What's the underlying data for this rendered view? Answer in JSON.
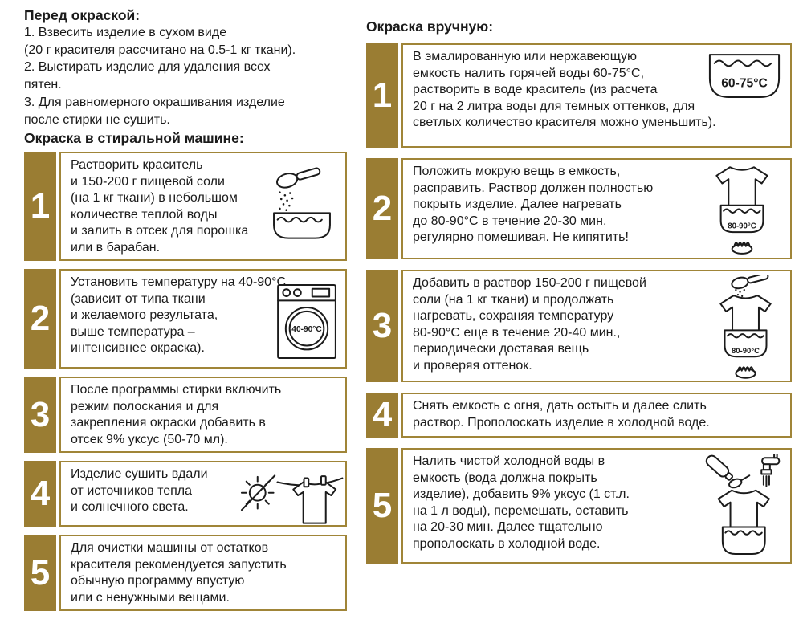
{
  "colors": {
    "gold": "#9A7D33",
    "gold_border": "#A08538",
    "text": "#1B1B1B",
    "background": "#FFFFFF"
  },
  "left": {
    "intro_title": "Перед окраской:",
    "intro_text": "1. Взвесить изделие в сухом виде\n(20 г красителя рассчитано на 0.5-1 кг ткани).\n2. Выстирать изделие для удаления всех\nпятен.\n3. Для равномерного окрашивания изделие\nпосле стирки не сушить.",
    "section_title": "Окраска в стиральной машине:",
    "steps": [
      {
        "num": "1",
        "icon": "spoon-over-pot",
        "text": "Растворить краситель\nи 150-200 г пищевой соли\n(на 1 кг ткани) в небольшом\nколичестве теплой воды\nи залить в отсек для порошка\nили в барабан."
      },
      {
        "num": "2",
        "icon": "washing-machine",
        "icon_label": "40-90°C",
        "text": "Установить температуру на 40-90°C\n(зависит от типа ткани\nи желаемого результата,\nвыше температура –\nинтенсивнее окраска)."
      },
      {
        "num": "3",
        "icon": null,
        "text": "После программы стирки включить\nрежим полоскания и для\nзакрепления окраски добавить в\nотсек 9% уксус (50-70 мл)."
      },
      {
        "num": "4",
        "icon": "no-sun-clothesline-shirt",
        "text": "Изделие сушить вдали\nот источников тепла\nи солнечного света."
      },
      {
        "num": "5",
        "icon": null,
        "text": "Для очистки машины от остатков\nкрасителя рекомендуется запустить\nобычную программу впустую\nили с ненужными вещами."
      }
    ]
  },
  "right": {
    "section_title": "Окраска вручную:",
    "steps": [
      {
        "num": "1",
        "icon": "pot-hot-water",
        "icon_label": "60-75°C",
        "text": "В эмалированную или нержавеющую\nемкость налить горячей воды 60-75°C,\nрастворить в воде краситель (из расчета\n20 г на 2 литра воды для темных оттенков, для\nсветлых количество красителя можно уменьшить)."
      },
      {
        "num": "2",
        "icon": "shirt-in-pot-over-flame",
        "icon_label": "80-90°C",
        "text": "Положить мокрую вещь в емкость,\nрасправить. Раствор должен полностью\nпокрыть изделие. Далее нагревать\nдо 80-90°C в течение 20-30 мин,\nрегулярно помешивая. Не кипятить!"
      },
      {
        "num": "3",
        "icon": "spoon-shirt-in-pot-over-flame",
        "icon_label": "80-90°C",
        "text": "Добавить в раствор 150-200 г пищевой\nсоли (на 1 кг ткани) и продолжать\nнагревать, сохраняя температуру\n80-90°C еще в течение 20-40 мин.,\nпериодически доставая вещь\nи проверяя оттенок."
      },
      {
        "num": "4",
        "icon": null,
        "text": "Снять емкость с огня, дать остыть и далее слить\nраствор. Прополоскать изделие в холодной воде."
      },
      {
        "num": "5",
        "icon": "bottle-faucet-shirt-in-pot",
        "text": "Налить чистой холодной воды в\nемкость (вода должна покрыть\nизделие), добавить 9% уксус (1 ст.л.\nна 1 л воды), перемешать, оставить\nна 20-30 мин. Далее тщательно\nпрополоскать в холодной воде."
      }
    ]
  }
}
